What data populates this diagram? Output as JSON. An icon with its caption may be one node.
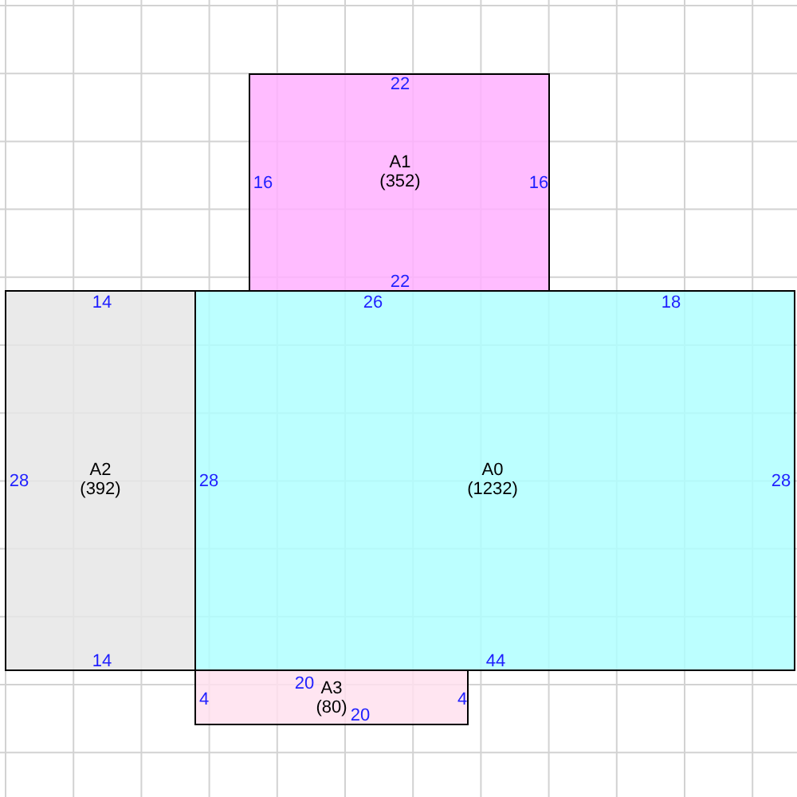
{
  "diagram": {
    "nodes": [
      {
        "text": [
          "A1",
          "(352)",
          "22",
          "16",
          "16",
          "22"
        ]
      },
      {
        "text": [
          "A2",
          "(392)",
          "14",
          "28",
          "14"
        ]
      },
      {
        "text": [
          "A0",
          "(1232)",
          "26",
          "18",
          "28",
          "28",
          "44"
        ]
      },
      {
        "text": [
          "A3",
          "(80)",
          "20",
          "4",
          "4",
          "20"
        ]
      }
    ]
  }
}
